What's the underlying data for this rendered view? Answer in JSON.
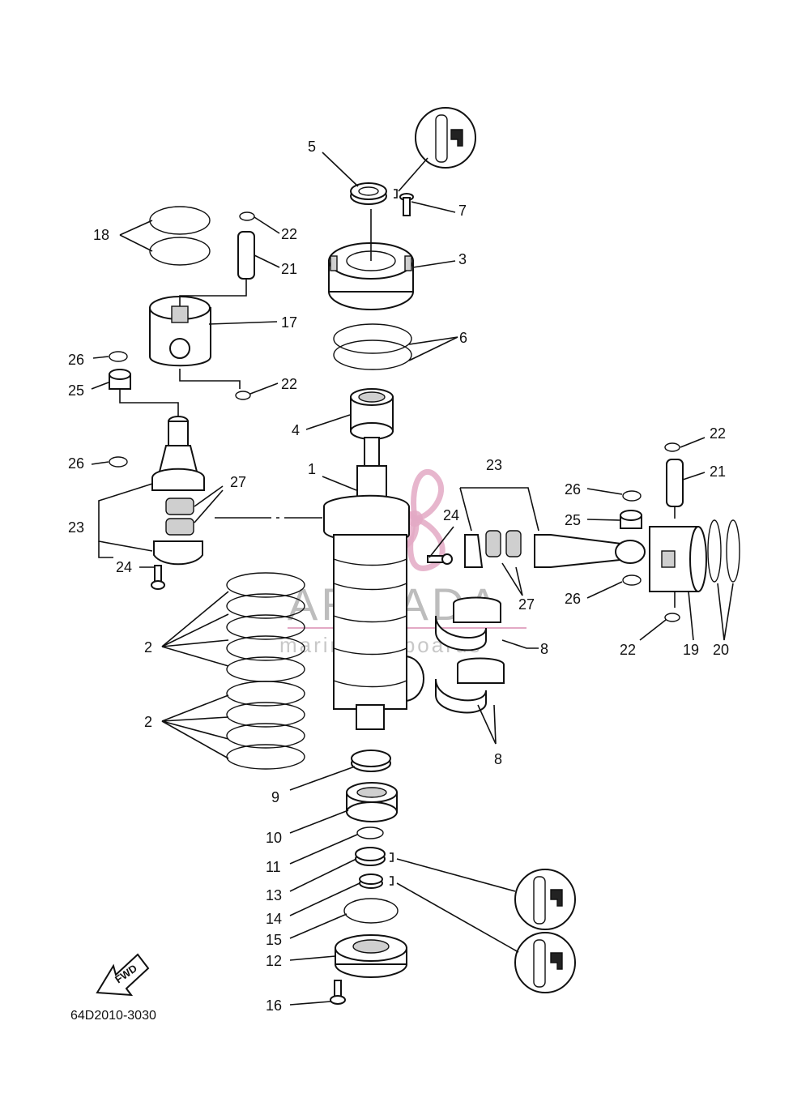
{
  "diagram_code": "64D2010-3030",
  "fwd_label": "FWD",
  "watermark": {
    "brand": "ARMADA",
    "tagline": "marine outboards"
  },
  "callouts": {
    "n1": "1",
    "n2a": "2",
    "n2b": "2",
    "n3": "3",
    "n4": "4",
    "n5": "5",
    "n6": "6",
    "n7": "7",
    "n8a": "8",
    "n8b": "8",
    "n9": "9",
    "n10": "10",
    "n11": "11",
    "n12": "12",
    "n13": "13",
    "n14": "14",
    "n15": "15",
    "n16": "16",
    "n17": "17",
    "n18": "18",
    "n19": "19",
    "n20": "20",
    "n21a": "21",
    "n21b": "21",
    "n22a": "22",
    "n22b": "22",
    "n22c": "22",
    "n22d": "22",
    "n23a": "23",
    "n23b": "23",
    "n24a": "24",
    "n24b": "24",
    "n25a": "25",
    "n25b": "25",
    "n26a": "26",
    "n26b": "26",
    "n26c": "26",
    "n26d": "26",
    "n27a": "27",
    "n27b": "27"
  },
  "icons": [
    "grease-icon",
    "fwd-arrow-icon",
    "crankshaft-icon",
    "piston-icon",
    "connecting-rod-icon"
  ]
}
